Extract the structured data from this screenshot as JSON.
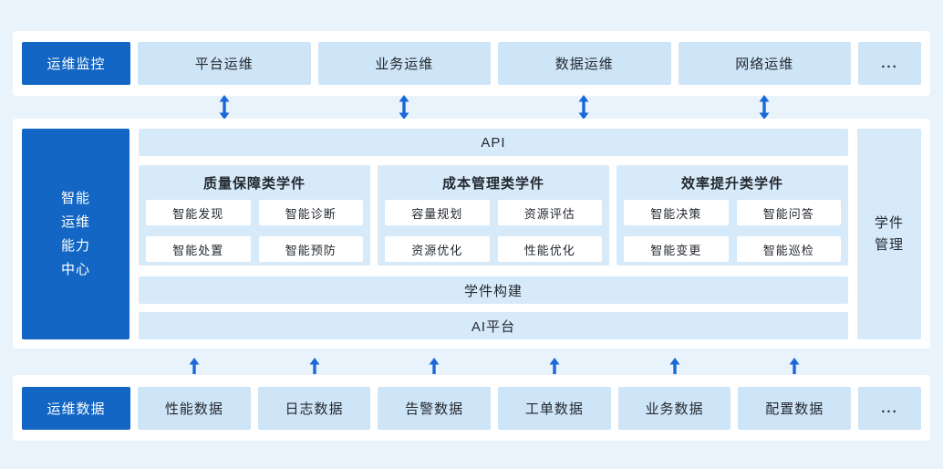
{
  "colors": {
    "page_bg": "#E9F3FC",
    "band_bg": "#FFFFFF",
    "primary": "#1366C4",
    "item_bg": "#CEE4F7",
    "panel_bg": "#D7EAFA",
    "cell_bg": "#FFFFFF",
    "arrow": "#1A68D6",
    "text": "#24292F",
    "text_on_primary": "#FFFFFF"
  },
  "top_band": {
    "label": "运维监控",
    "items": [
      "平台运维",
      "业务运维",
      "数据运维",
      "网络运维"
    ],
    "more": "..."
  },
  "center_band": {
    "label_lines": [
      "智能",
      "运维",
      "能力",
      "中心"
    ],
    "api_bar": "API",
    "groups": [
      {
        "title": "质量保障类学件",
        "items": [
          "智能发现",
          "智能诊断",
          "智能处置",
          "智能预防"
        ]
      },
      {
        "title": "成本管理类学件",
        "items": [
          "容量规划",
          "资源评估",
          "资源优化",
          "性能优化"
        ]
      },
      {
        "title": "效率提升类学件",
        "items": [
          "智能决策",
          "智能问答",
          "智能变更",
          "智能巡检"
        ]
      }
    ],
    "build_bar": "学件构建",
    "ai_bar": "AI平台",
    "side_label_lines": [
      "学件",
      "管理"
    ]
  },
  "bottom_band": {
    "label": "运维数据",
    "items": [
      "性能数据",
      "日志数据",
      "告警数据",
      "工单数据",
      "业务数据",
      "配置数据"
    ],
    "more": "..."
  }
}
